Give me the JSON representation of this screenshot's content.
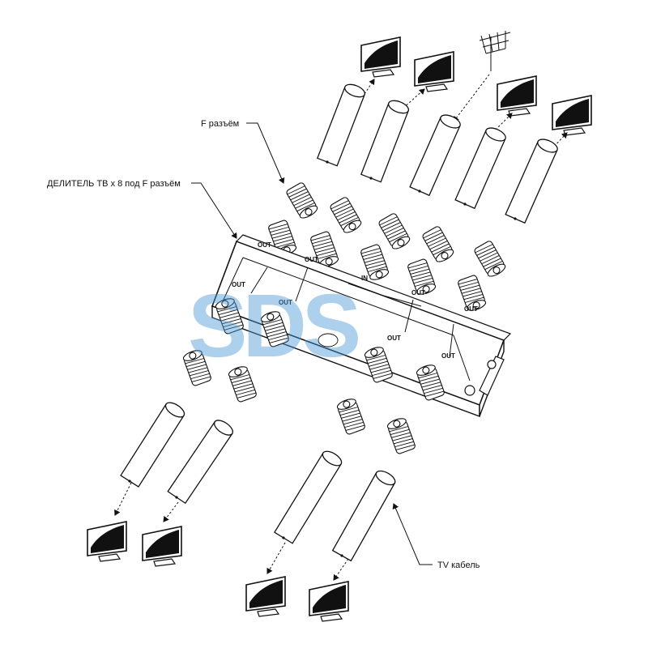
{
  "labels": {
    "f_connector": "F разъём",
    "splitter": "ДЕЛИТЕЛЬ ТВ х 8 под F разъём",
    "tv_cable": "TV кабель"
  },
  "ports": {
    "out": "OUT",
    "in": "IN"
  },
  "watermark": "SDS",
  "colors": {
    "line": "#111111",
    "watermark": "#4a9ad6",
    "background": "#ffffff"
  },
  "icons": [
    "tv-icon",
    "antenna-icon",
    "f-connector-icon",
    "coax-cable-icon",
    "splitter-icon"
  ]
}
